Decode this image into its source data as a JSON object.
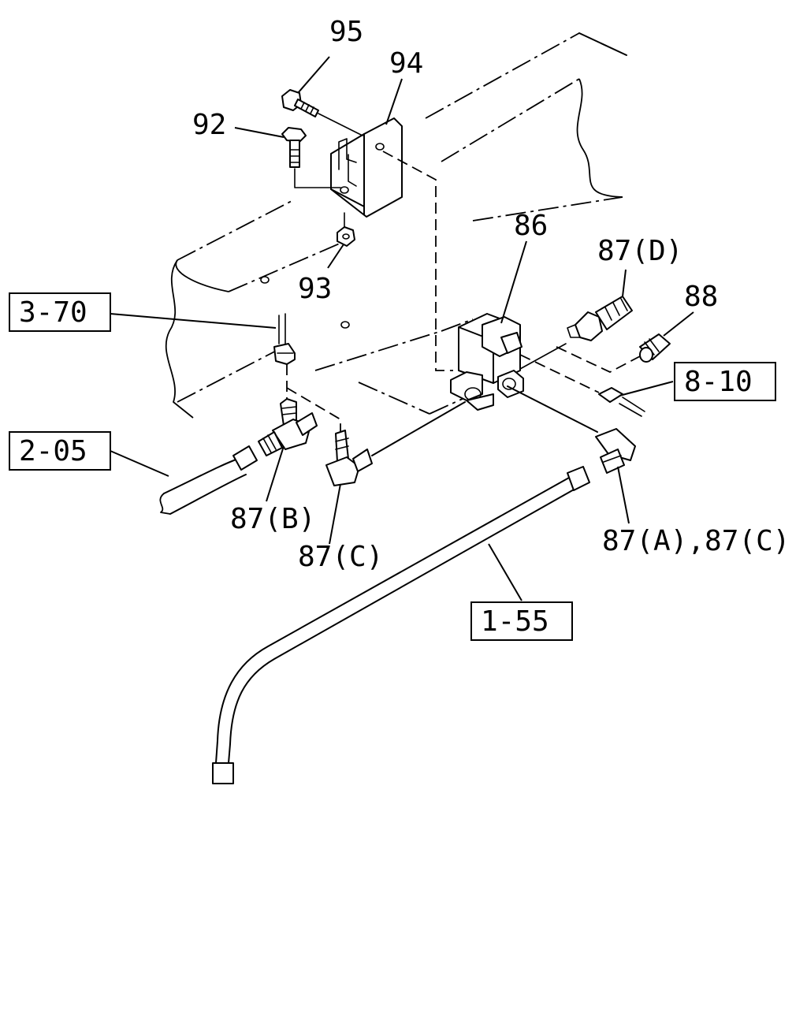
{
  "callouts": {
    "p95": "95",
    "p94": "94",
    "p92": "92",
    "p93": "93",
    "p86": "86",
    "p87d": "87(D)",
    "p88": "88",
    "p87b": "87(B)",
    "p87c": "87(C)",
    "p87ac": "87(A),87(C)"
  },
  "references": {
    "r370": "3-70",
    "r810": "8-10",
    "r205": "2-05",
    "r155": "1-55"
  }
}
